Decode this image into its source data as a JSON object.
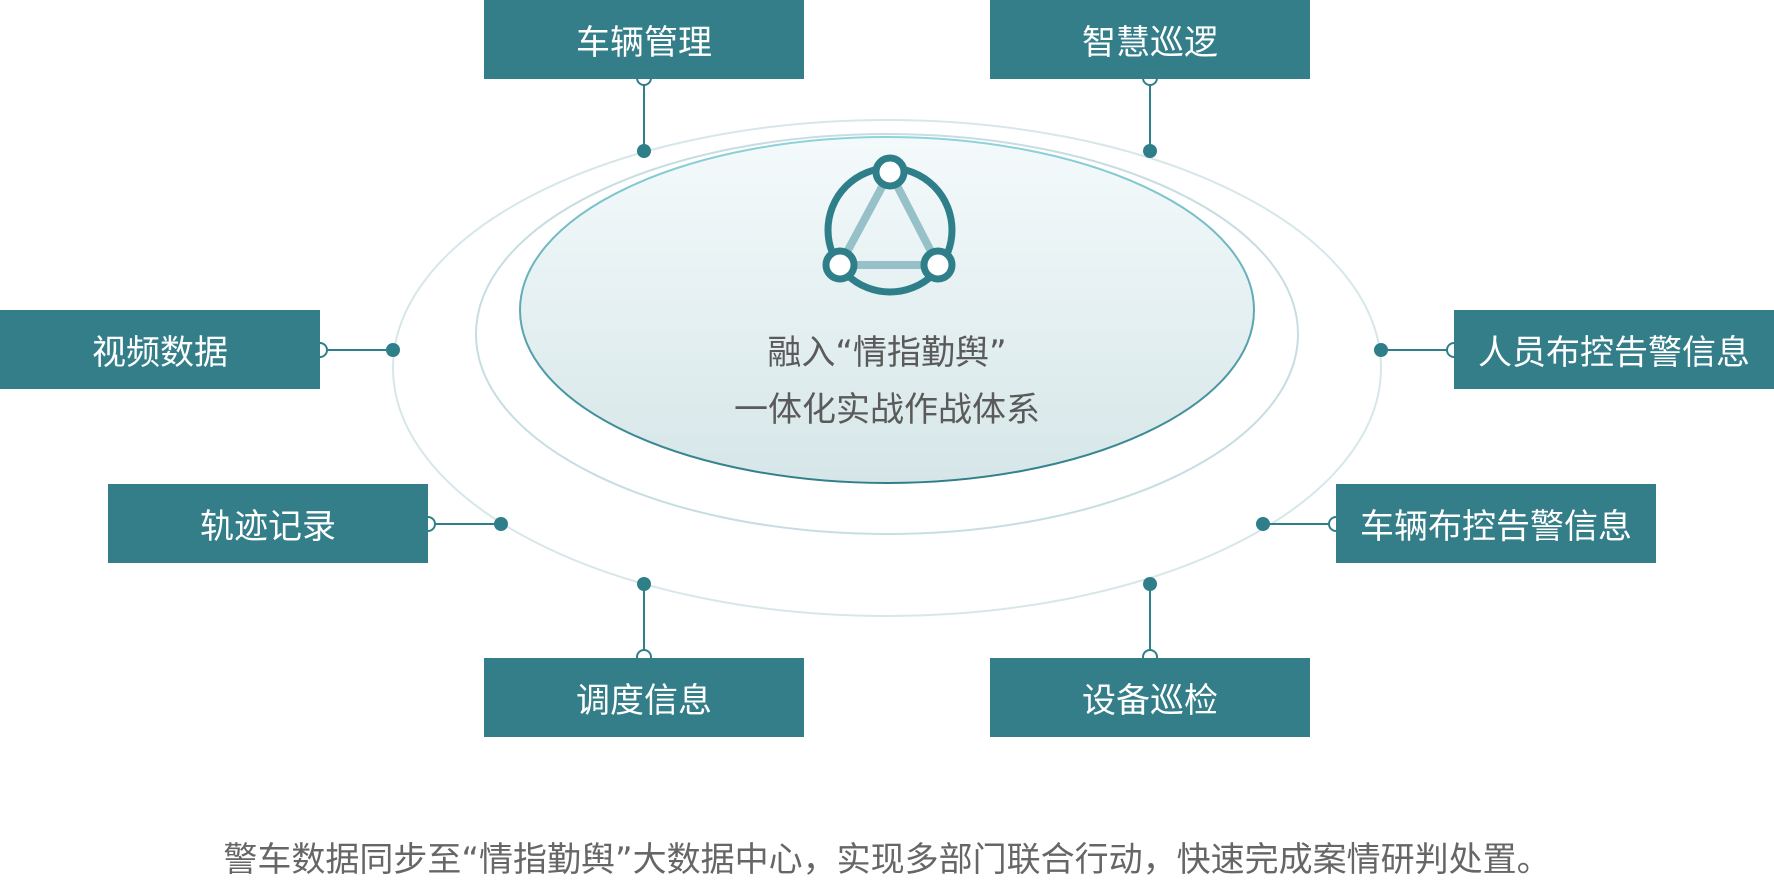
{
  "modules": {
    "vehicle_management": "车辆管理",
    "smart_patrol": "智慧巡逻",
    "video_data": "视频数据",
    "personnel_alert": "人员布控告警信息",
    "track_record": "轨迹记录",
    "vehicle_alert": "车辆布控告警信息",
    "dispatch_info": "调度信息",
    "device_patrol": "设备巡检"
  },
  "center": {
    "line1": "融入“情指勤舆”",
    "line2": "一体化实战作战体系",
    "icon": "network-triangle-icon"
  },
  "footer": {
    "caption": "警车数据同步至“情指勤舆”大数据中心，实现多部门联合行动，快速完成案情研判处置。"
  },
  "colors": {
    "box_fill": "#337e89",
    "accent": "#2f7f8b",
    "ring_light": "#cfe3e6",
    "center_gradient_top": "#f3fafb",
    "center_gradient_bottom": "#d8e8ea"
  }
}
